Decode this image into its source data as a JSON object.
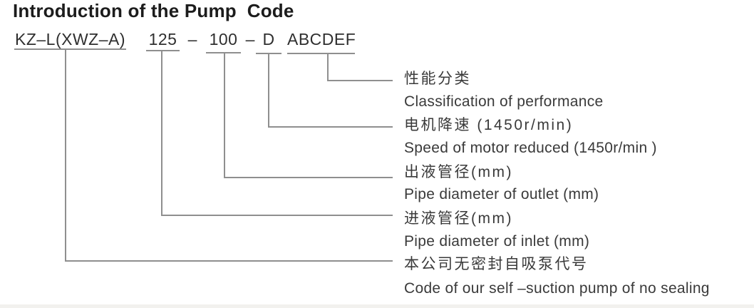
{
  "title": "Introduction of the Pump  Code",
  "code": {
    "segments": [
      {
        "id": "company",
        "text": "KZ–L(XWZ–A)"
      },
      {
        "id": "inlet",
        "text": "125"
      },
      {
        "id": "outlet",
        "text": "100"
      },
      {
        "id": "speed",
        "text": "D"
      },
      {
        "id": "performance",
        "text": "ABCDEF"
      }
    ],
    "separators": [
      "–",
      "–"
    ]
  },
  "labels": [
    {
      "zh": "性能分类",
      "en": "Classification of performance"
    },
    {
      "zh": "电机降速 (1450r/min)",
      "en": "Speed of motor reduced (1450r/min )"
    },
    {
      "zh": "出液管径(mm)",
      "en": "Pipe diameter of outlet (mm)"
    },
    {
      "zh": "进液管径(mm)",
      "en": "Pipe diameter of inlet (mm)"
    },
    {
      "zh": "本公司无密封自吸泵代号",
      "en": "Code of our self –suction pump of no sealing"
    }
  ],
  "colors": {
    "background": "#ffffff",
    "title_text": "#1c1c1c",
    "code_text": "#2f2f2f",
    "label_text": "#3a3a3a",
    "connector_line": "#8f8f8f"
  }
}
